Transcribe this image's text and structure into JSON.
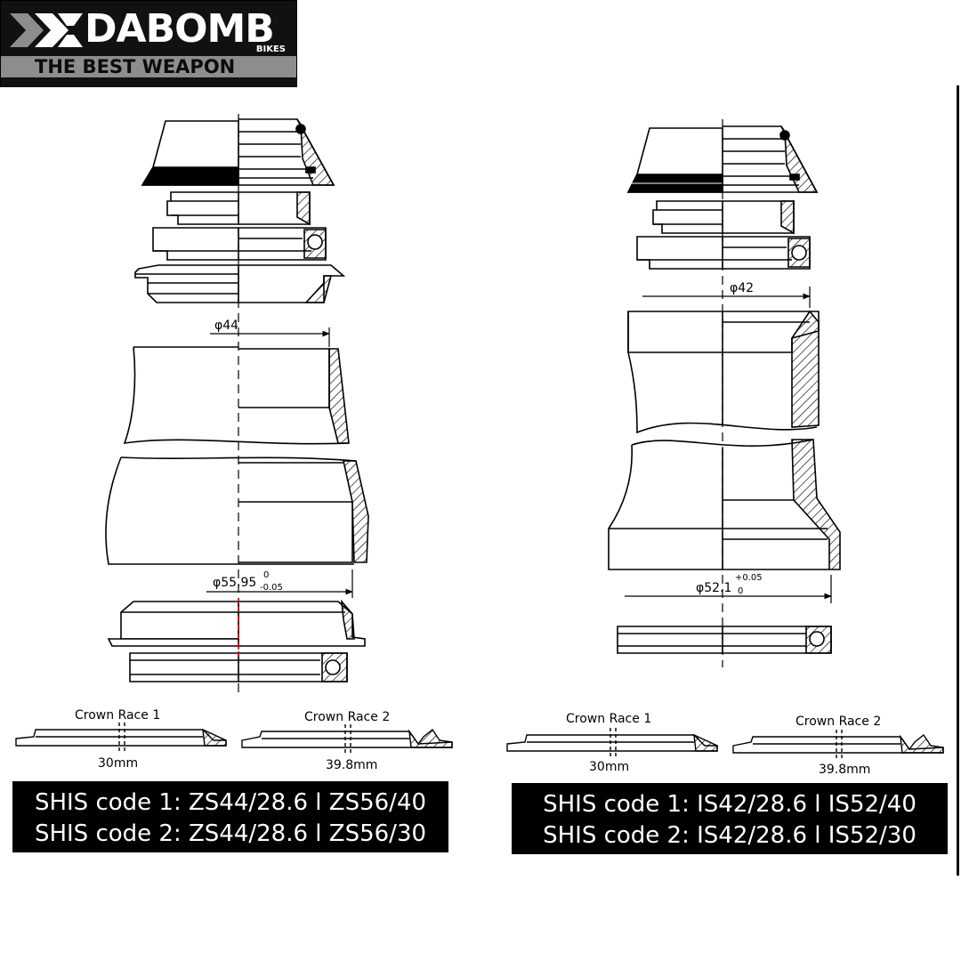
{
  "brand": {
    "name": "DABOMB",
    "sub": "BIKES",
    "tagline": "THE BEST WEAPON",
    "colors": {
      "background": "#111111",
      "band": "#8d8d8d",
      "text": "#ffffff"
    }
  },
  "left_headset": {
    "upper_diameter": "φ44",
    "lower_diameter": "φ55.95",
    "lower_tol_upper": "0",
    "lower_tol_lower": "-0.05",
    "crown_race_1": {
      "label": "Crown Race 1",
      "size": "30mm"
    },
    "crown_race_2": {
      "label": "Crown Race 2",
      "size": "39.8mm"
    },
    "codes": [
      "SHIS code 1: ZS44/28.6 l ZS56/40",
      "SHIS code 2: ZS44/28.6 l ZS56/30"
    ]
  },
  "right_headset": {
    "upper_diameter": "φ42",
    "lower_diameter": "φ52.1",
    "lower_tol_upper": "+0.05",
    "lower_tol_lower": "0",
    "crown_race_1": {
      "label": "Crown Race 1",
      "size": "30mm"
    },
    "crown_race_2": {
      "label": "Crown Race 2",
      "size": "39.8mm"
    },
    "codes": [
      "SHIS code 1: IS42/28.6 l IS52/40",
      "SHIS code 2: IS42/28.6 l IS52/30"
    ]
  },
  "colors": {
    "line": "#000000",
    "accent": "#d0021b",
    "box": "#000000"
  }
}
